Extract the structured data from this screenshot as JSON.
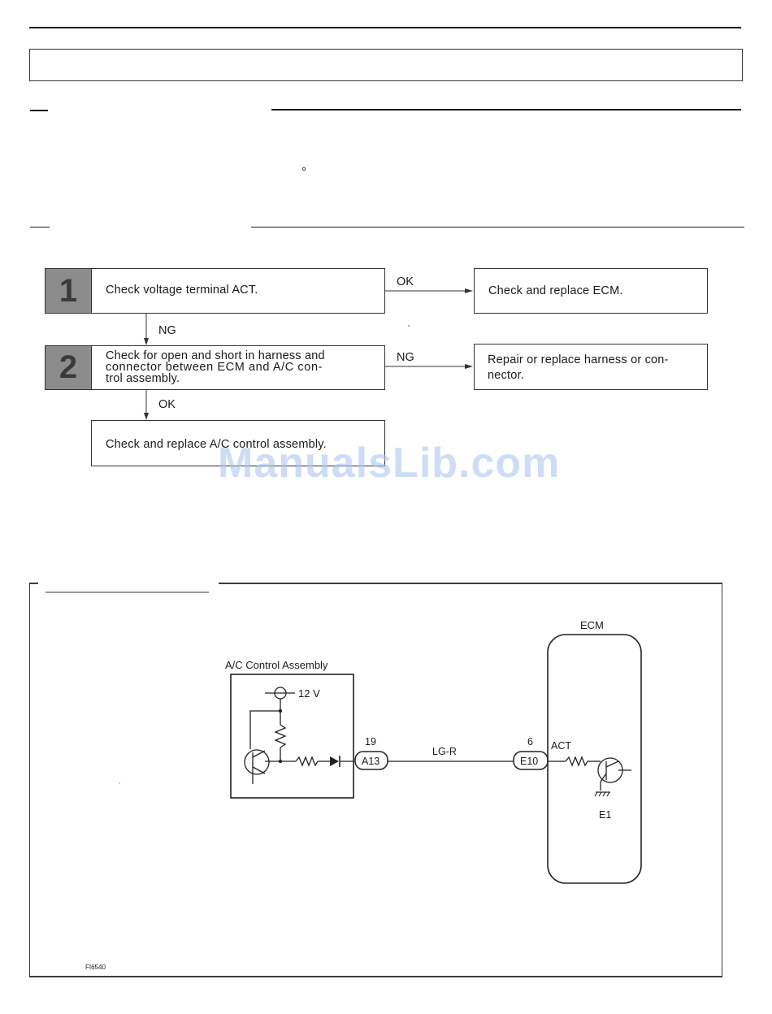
{
  "flowchart": {
    "steps": [
      {
        "number": "1",
        "text": "Check voltage terminal ACT."
      },
      {
        "number": "2",
        "text_lines": [
          "Check for open and short in harness and",
          "connector between ECM and A/C con-",
          "trol assembly."
        ]
      }
    ],
    "outcomes": {
      "step1_ok": "Check and replace ECM.",
      "step2_ng_lines": [
        "Repair or replace harness or con-",
        "nector."
      ],
      "step2_ok": "Check and replace A/C control assembly."
    },
    "labels": {
      "ok": "OK",
      "ng": "NG"
    }
  },
  "degree_mark": "°",
  "watermark": "ManualsLib.com",
  "wiring_diagram": {
    "ac_assembly_label": "A/C Control Assembly",
    "supply_voltage": "12 V",
    "connector_a": {
      "pin": "19",
      "name": "A13"
    },
    "wire_color": "LG-R",
    "connector_e": {
      "pin": "6",
      "name": "E10"
    },
    "ecm_label": "ECM",
    "act_label": "ACT",
    "ground_label": "E1",
    "figure_id": "FI6540"
  }
}
